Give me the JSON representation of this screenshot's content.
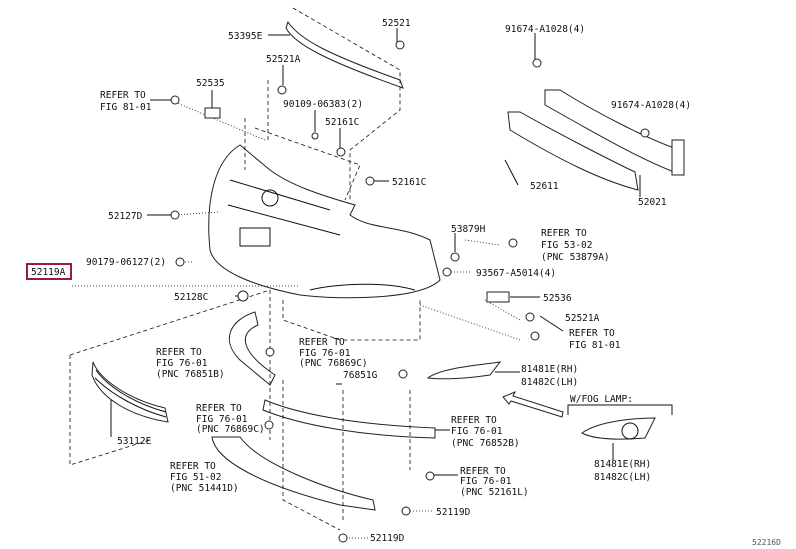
{
  "diagram": {
    "highlight_color": "#9b1b3c",
    "highlighted_part": "52119A",
    "figure_code": "52216D",
    "labels": {
      "p53395E": "53395E",
      "p52521": "52521",
      "p91674a": "91674-A1028(4)",
      "p52521A_top": "52521A",
      "p52535": "52535",
      "p90109": "90109-06383(2)",
      "p91674b": "91674-A1028(4)",
      "p52161C_a": "52161C",
      "p52161C_b": "52161C",
      "p52611": "52611",
      "p52021": "52021",
      "p52127D": "52127D",
      "p53879H": "53879H",
      "p90179": "90179-06127(2)",
      "p52119A": "52119A",
      "p93567": "93567-A5014(4)",
      "p52128C": "52128C",
      "p52536": "52536",
      "p52521A_right": "52521A",
      "p76851G": "76851G",
      "p81481E_a": "81481E(RH)",
      "p81482C_a": "81482C(LH)",
      "fog_lamp": "W/FOG LAMP:",
      "p53112E": "53112E",
      "p81481E_b": "81481E(RH)",
      "p81482C_b": "81482C(LH)",
      "p52119D_a": "52119D",
      "p52119D_b": "52119D"
    },
    "refs": [
      {
        "l1": "REFER TO",
        "l2": "FIG 81-01"
      },
      {
        "l1": "REFER TO",
        "l2": "FIG 53-02",
        "l3": "(PNC 53879A)"
      },
      {
        "l1": "REFER TO",
        "l2": "FIG 81-01"
      },
      {
        "l1": "REFER TO",
        "l2": "FIG 76-01",
        "l3": "(PNC 76851B)"
      },
      {
        "l1": "REFER TO",
        "l2": "FIG 76-01",
        "l3": "(PNC 76869C)"
      },
      {
        "l1": "REFER TO",
        "l2": "FIG 76-01",
        "l3": "(PNC 76869C)"
      },
      {
        "l1": "REFER TO",
        "l2": "FIG 76-01",
        "l3": "(PNC 76852B)"
      },
      {
        "l1": "REFER TO",
        "l2": "FIG 51-02",
        "l3": "(PNC 51441D)"
      },
      {
        "l1": "REFER TO",
        "l2": "FIG 76-01",
        "l3": "(PNC 52161L)"
      }
    ]
  }
}
